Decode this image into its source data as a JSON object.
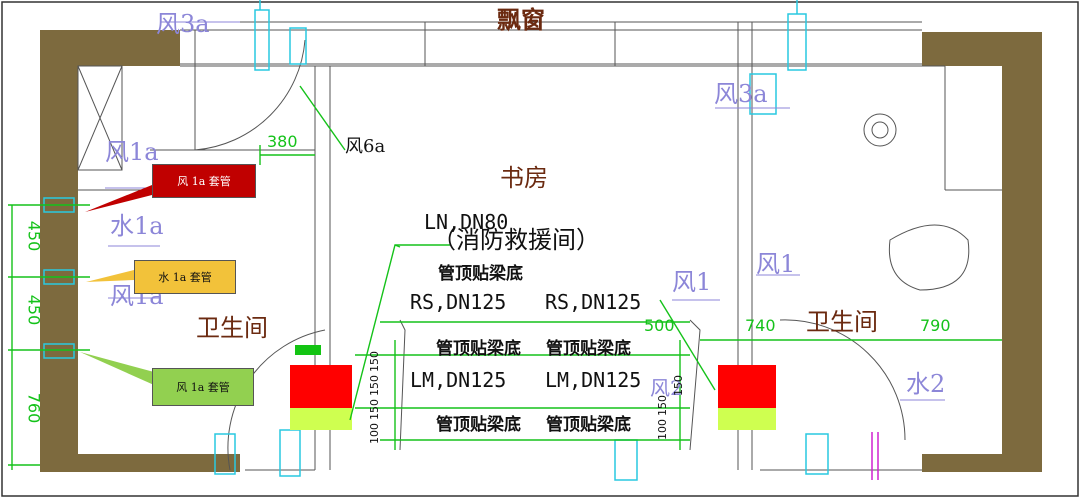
{
  "rooms": {
    "bay_window": "飘窗",
    "study": "书房",
    "refuge": "（消防救援间）",
    "bathroom_left": "卫生间",
    "bathroom_right": "卫生间"
  },
  "pipes": {
    "ln": "LN,DN80",
    "rs_left": "RS,DN125",
    "rs_right": "RS,DN125",
    "lm_left": "LM,DN125",
    "lm_right": "LM,DN125",
    "note_top": "管顶贴梁底",
    "note_mid_left": "管顶贴梁底",
    "note_mid_right": "管顶贴梁底",
    "note_bot_left": "管顶贴梁底",
    "note_bot_right": "管顶贴梁底"
  },
  "tags": {
    "feng3a_top": "风3a",
    "feng3a_right": "风3a",
    "feng6a": "风6a",
    "feng1a": "风1a",
    "shui1a": "水1a",
    "feng1a_lower": "风1a",
    "feng1_mid": "风1",
    "feng1_right": "风1",
    "shui2": "水2",
    "feng2": "风2"
  },
  "dimensions": {
    "d380": "380",
    "d450a": "450",
    "d450b": "450",
    "d760": "760",
    "d500": "500",
    "d740": "740",
    "d790": "790",
    "d150a": "150",
    "d150b": "150",
    "d150c": "150",
    "d100a": "100",
    "d100b": "100",
    "d150d": "150",
    "d150e": "150"
  },
  "callouts": {
    "red": "风 1a 套管",
    "yellow": "水 1a 套管",
    "green": "风 1a 套管"
  },
  "colors": {
    "wall": "#7d6a3e",
    "dim": "#15c21a",
    "tag": "#8c86d8",
    "cyan": "#29c9e0",
    "red": "#ff0000",
    "callout_red": "#c00000",
    "callout_yellow": "#f2c23a",
    "callout_green": "#92d050"
  }
}
